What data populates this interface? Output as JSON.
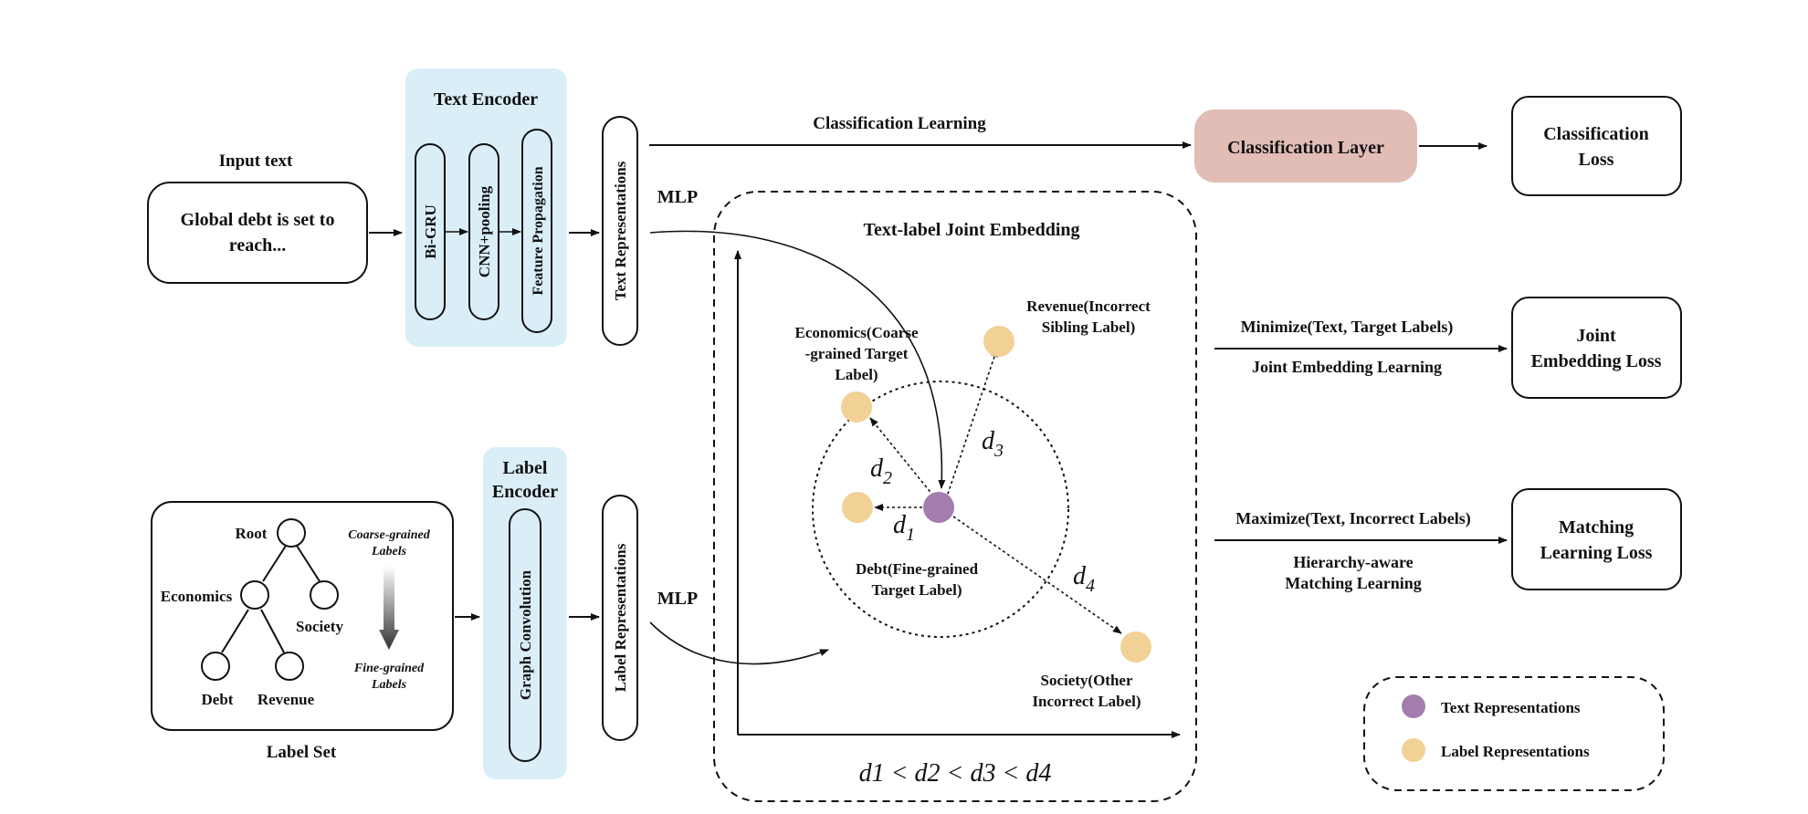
{
  "input": {
    "caption": "Input text",
    "text_line1": "Global debt is set to",
    "text_line2": "reach..."
  },
  "text_encoder": {
    "title": "Text Encoder",
    "layers": [
      "Bi-GRU",
      "CNN+pooling",
      "Feature Propagation"
    ]
  },
  "text_repr_label": "Text Representations",
  "label_repr_label": "Label Representations",
  "classification": {
    "edge_label": "Classification Learning",
    "layer": "Classification Layer",
    "loss_line1": "Classification",
    "loss_line2": "Loss"
  },
  "mlp_top": "MLP",
  "mlp_bottom": "MLP",
  "label_set": {
    "caption": "Label Set",
    "nodes": {
      "root": "Root",
      "economics": "Economics",
      "society": "Society",
      "debt": "Debt",
      "revenue": "Revenue"
    },
    "coarse_line1": "Coarse-grained",
    "coarse_line2": "Labels",
    "fine_line1": "Fine-grained",
    "fine_line2": "Labels"
  },
  "label_encoder": {
    "title_line1": "Label",
    "title_line2": "Encoder",
    "layer": "Graph Convolution"
  },
  "joint": {
    "title": "Text-label Joint Embedding",
    "economics_line1": "Economics(Coarse",
    "economics_line2": "-grained Target",
    "economics_line3": "Label)",
    "revenue_line1": "Revenue(Incorrect",
    "revenue_line2": "Sibling Label)",
    "debt_line1": "Debt(Fine-grained",
    "debt_line2": "Target Label)",
    "society_line1": "Society(Other",
    "society_line2": "Incorrect Label)",
    "d1": "d",
    "d1_sub": "1",
    "d2": "d",
    "d2_sub": "2",
    "d3": "d",
    "d3_sub": "3",
    "d4": "d",
    "d4_sub": "4",
    "formula": "d1 < d2 < d3 < d4"
  },
  "joint_loss": {
    "edge_top": "Minimize(Text, Target Labels)",
    "edge_bottom": "Joint Embedding Learning",
    "line1": "Joint",
    "line2": "Embedding Loss"
  },
  "matching_loss": {
    "edge_top": "Maximize(Text, Incorrect Labels)",
    "edge_bottom1": "Hierarchy-aware",
    "edge_bottom2": "Matching Learning",
    "line1": "Matching",
    "line2": "Learning Loss"
  },
  "legend": {
    "text_repr": "Text Representations",
    "label_repr": "Label Representations"
  },
  "colors": {
    "encoder_bg": "#daeef8",
    "cls_layer": "#e1bdb5",
    "text_point": "#a27dad",
    "label_point": "#f1d196"
  }
}
